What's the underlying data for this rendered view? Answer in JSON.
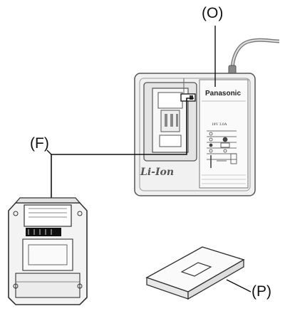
{
  "labels": {
    "charger": "(O)",
    "battery_release": "(F)",
    "cover": "(P)"
  },
  "charger": {
    "brand": "Panasonic",
    "battery_type": "Li-Ion",
    "rating": "18V 3.0A"
  }
}
